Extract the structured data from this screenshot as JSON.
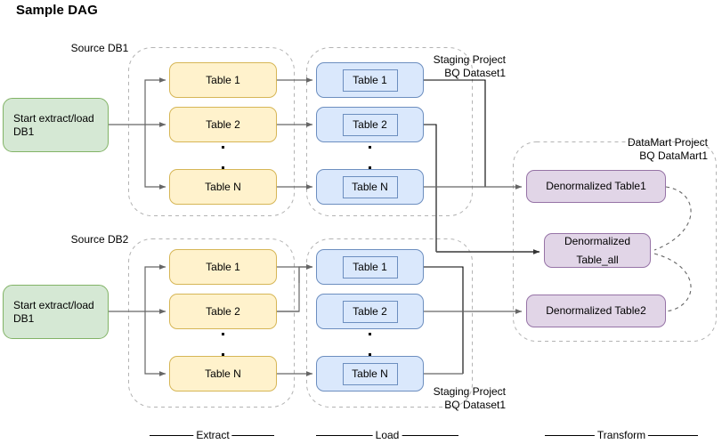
{
  "title": "Sample DAG",
  "groups": {
    "source_db1": "Source DB1",
    "source_db2": "Source DB2",
    "staging_top_line1": "Staging Project",
    "staging_top_line2": "BQ Dataset1",
    "staging_bottom_line1": "Staging Project",
    "staging_bottom_line2": "BQ Dataset1",
    "datamart_line1": "DataMart Project",
    "datamart_line2": "BQ DataMart1"
  },
  "start_nodes": [
    {
      "line1": "Start extract/load",
      "line2": "DB1"
    },
    {
      "line1": "Start extract/load",
      "line2": "DB1"
    }
  ],
  "extract_top": [
    "Table 1",
    "Table 2",
    "Table N"
  ],
  "extract_bottom": [
    "Table 1",
    "Table 2",
    "Table N"
  ],
  "load_top": [
    "Table 1",
    "Table 2",
    "Table N"
  ],
  "load_bottom": [
    "Table 1",
    "Table 2",
    "Table N"
  ],
  "transform": [
    "Denormalized Table1",
    "Denormalized",
    "Table_all",
    "Denormalized Table2"
  ],
  "stages": [
    "Extract",
    "Load",
    "Transform"
  ],
  "colors": {
    "green_fill": "#d5e8d4",
    "green_stroke": "#82b366",
    "yellow_fill": "#fff2cc",
    "yellow_stroke": "#d6b656",
    "blue_fill": "#dae8fc",
    "blue_stroke": "#6c8ebf",
    "purple_fill": "#e1d5e7",
    "purple_stroke": "#9673a6",
    "group_stroke": "#b3b3b3",
    "arrow_stroke": "#666666",
    "line_black": "#000000"
  }
}
